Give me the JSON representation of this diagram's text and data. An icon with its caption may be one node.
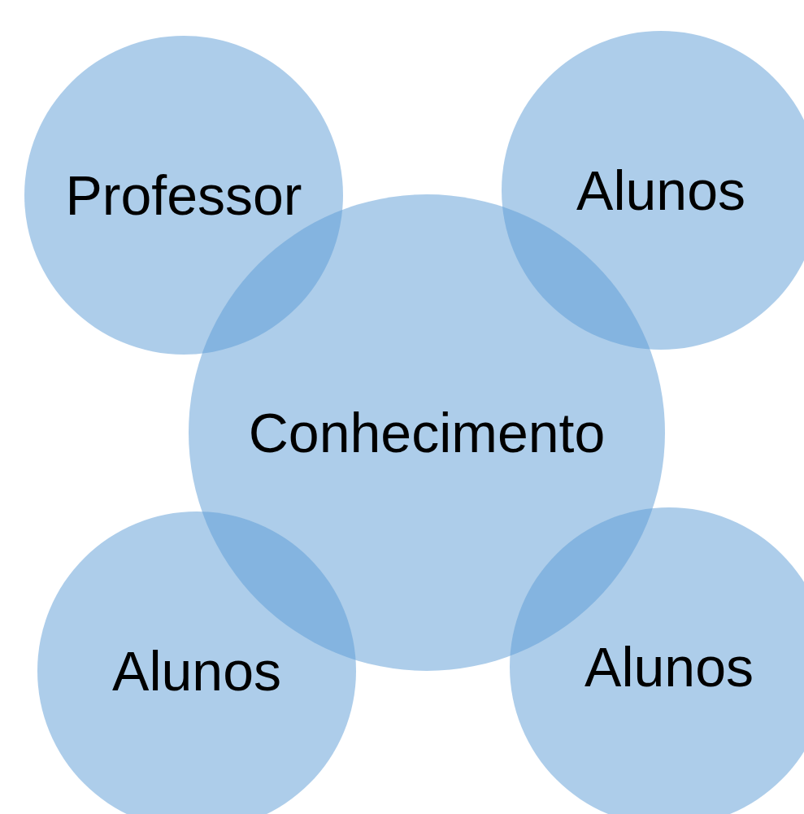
{
  "diagram": {
    "nodes": [
      {
        "text": [
          "Professor"
        ]
      },
      {
        "text": [
          "Alunos"
        ]
      },
      {
        "text": [
          "Conhecimento"
        ]
      },
      {
        "text": [
          "Alunos"
        ]
      },
      {
        "text": [
          "Alunos"
        ]
      }
    ]
  }
}
